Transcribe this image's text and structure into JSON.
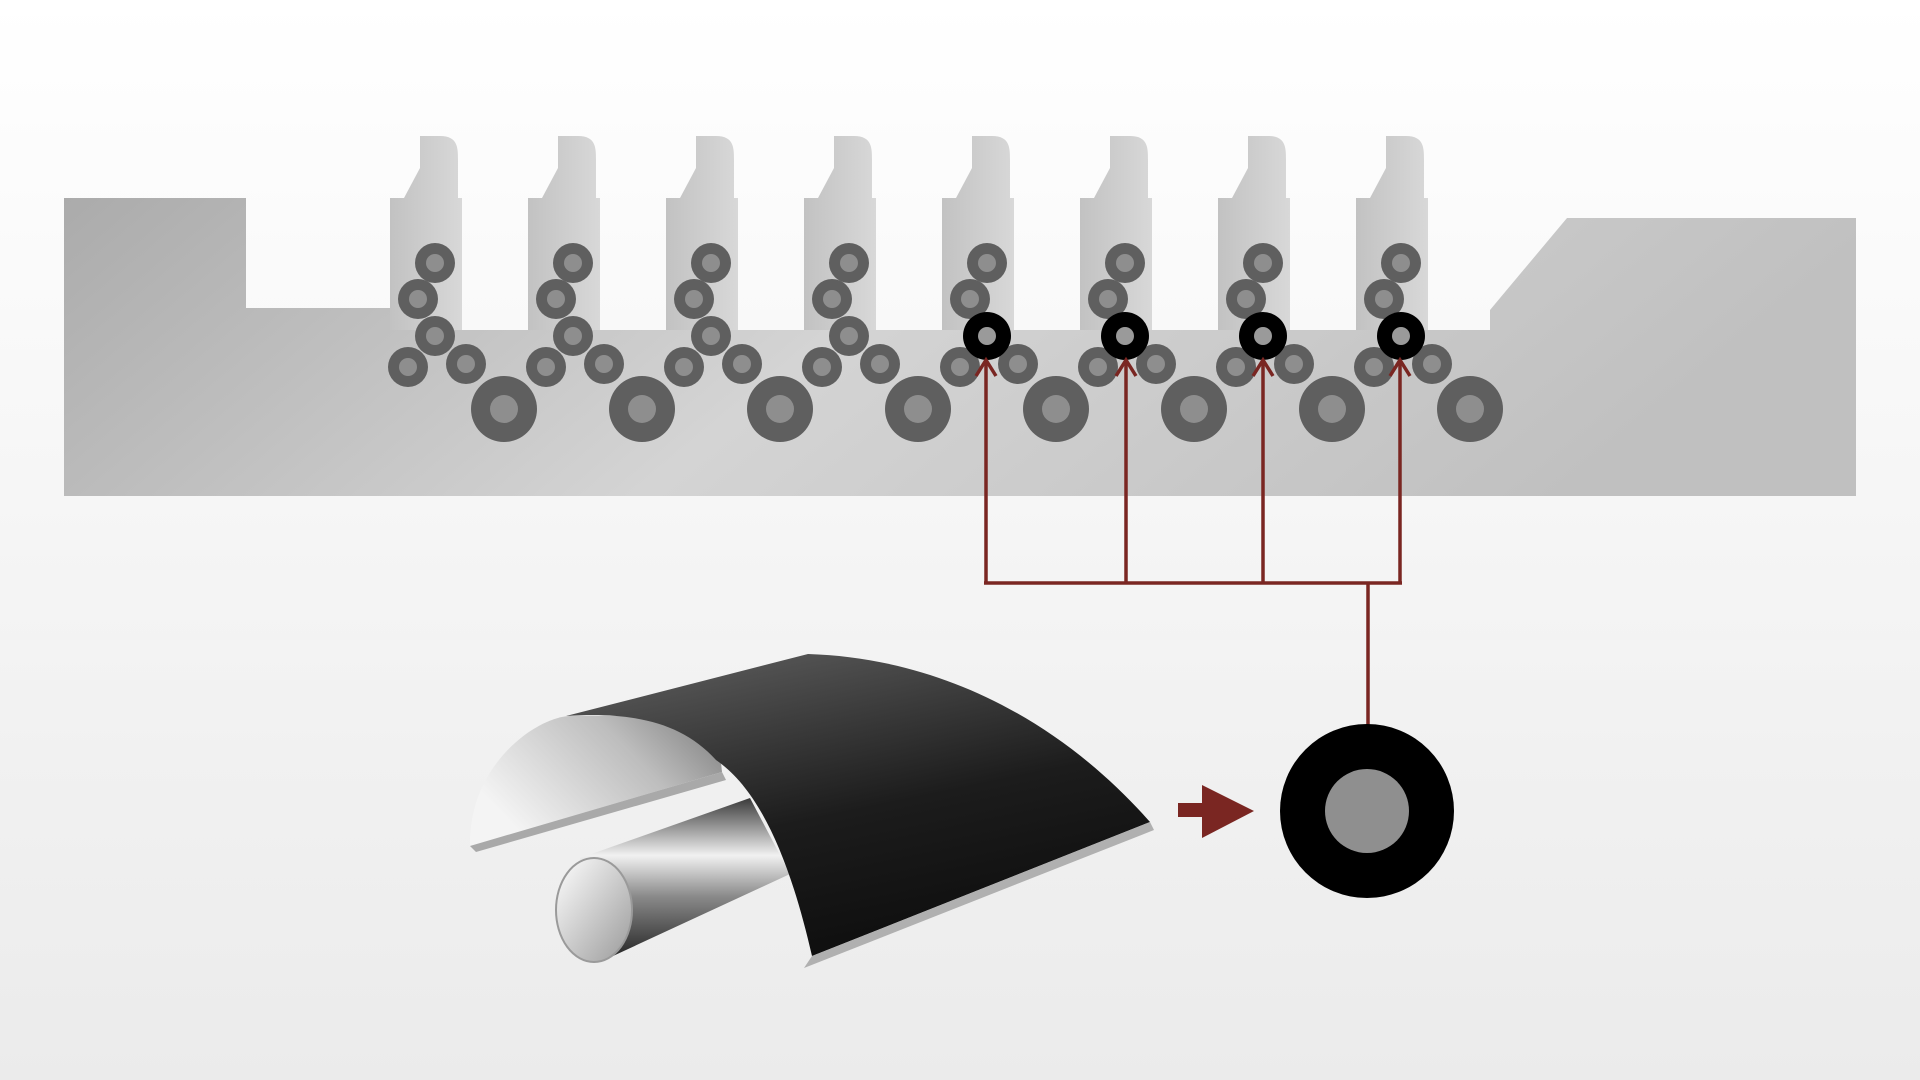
{
  "diagram": {
    "description_text": "",
    "colors": {
      "background_top": "#ffffff",
      "background_bottom": "#ececec",
      "machine_body_light": "#d2d2d2",
      "machine_body_dark": "#ababab",
      "roller_dark": "#5f5f5f",
      "roller_core": "#8c8c8c",
      "highlight_roller": "#000000",
      "connector_line": "#7a2622",
      "arrow": "#7a2622",
      "blanket_dark": "#111111",
      "blanket_light": "#555555"
    },
    "components": {
      "press_units": 8,
      "highlighted_units": [
        5,
        6,
        7,
        8
      ],
      "printing_cylinders": 8
    },
    "icons": [
      "press-machine-icon",
      "blanket-cylinder-icon",
      "roller-cross-section-icon",
      "right-arrow-icon"
    ]
  }
}
